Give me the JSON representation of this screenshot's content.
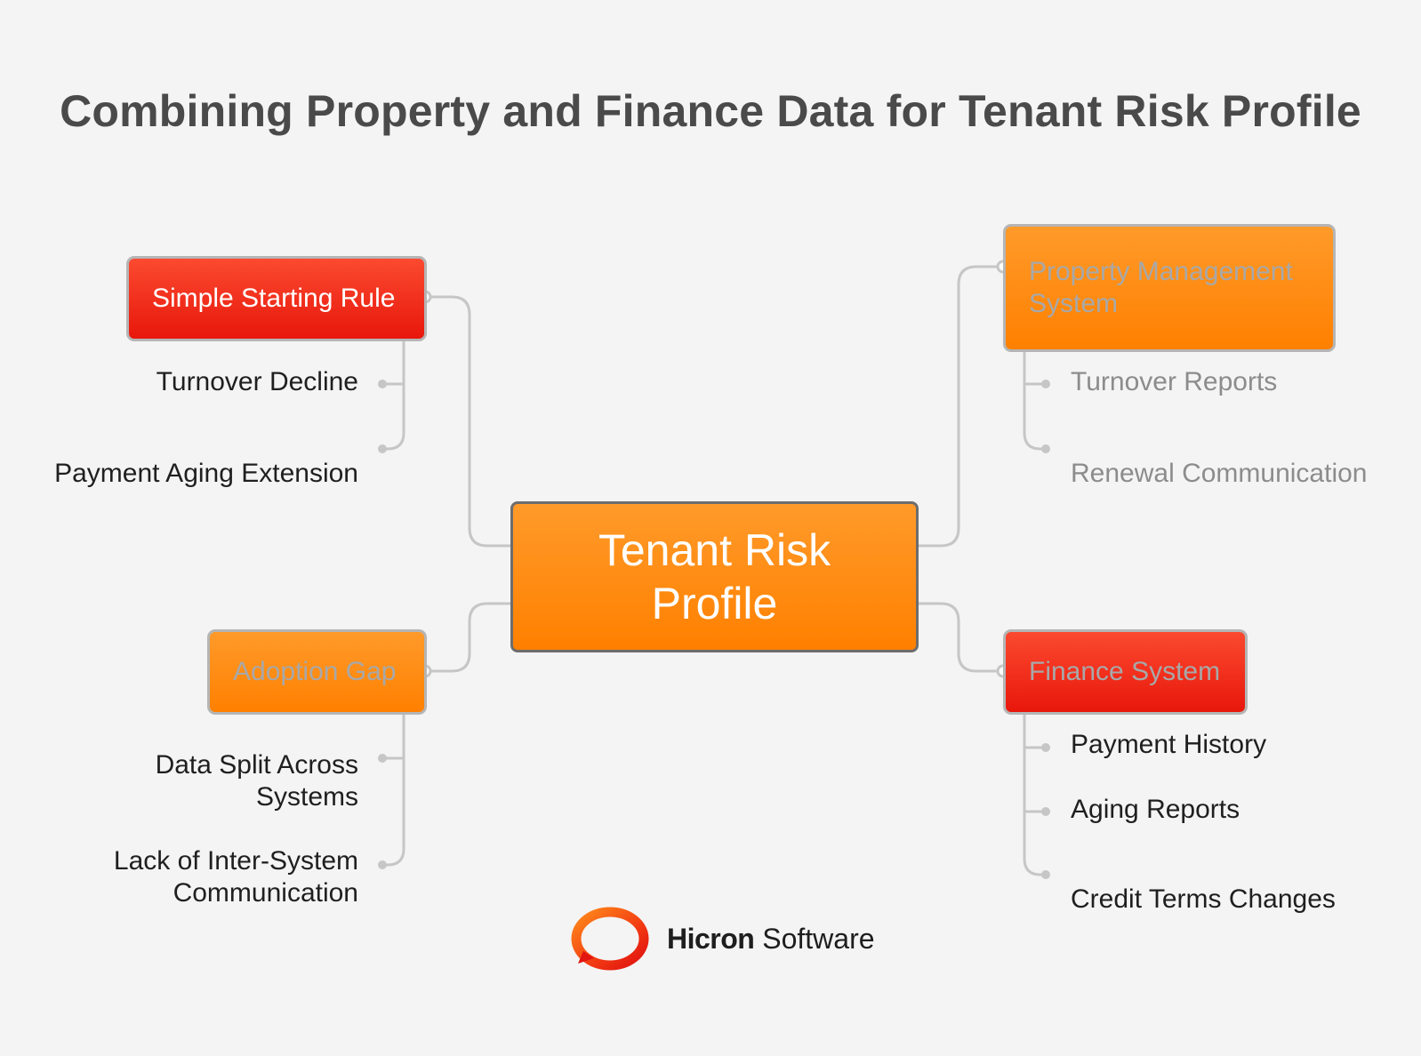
{
  "title": "Combining Property and Finance Data for Tenant Risk Profile",
  "center": {
    "line1": "Tenant Risk",
    "line2": "Profile"
  },
  "branches": {
    "simple_rule": {
      "label": "Simple Starting Rule",
      "items": [
        "Turnover Decline",
        "Payment Aging Extension"
      ]
    },
    "adoption_gap": {
      "label": "Adoption Gap",
      "items": [
        {
          "line1": "Data Split Across",
          "line2": "Systems"
        },
        {
          "line1": "Lack of Inter-System",
          "line2": "Communication"
        }
      ]
    },
    "pms": {
      "label": "Property Management System",
      "items": [
        "Turnover Reports",
        "Renewal Communication"
      ]
    },
    "finance": {
      "label": "Finance System",
      "items": [
        "Payment History",
        "Aging Reports",
        "Credit Terms Changes"
      ]
    }
  },
  "brand": {
    "name_bold": "Hicron",
    "name_regular": " Software",
    "logo_icon": "speech-bubble-icon"
  },
  "colors": {
    "red_node": "#e8170b",
    "orange_node": "#ff8000",
    "connector": "#c4c4c4",
    "title": "#4a4a4a"
  }
}
